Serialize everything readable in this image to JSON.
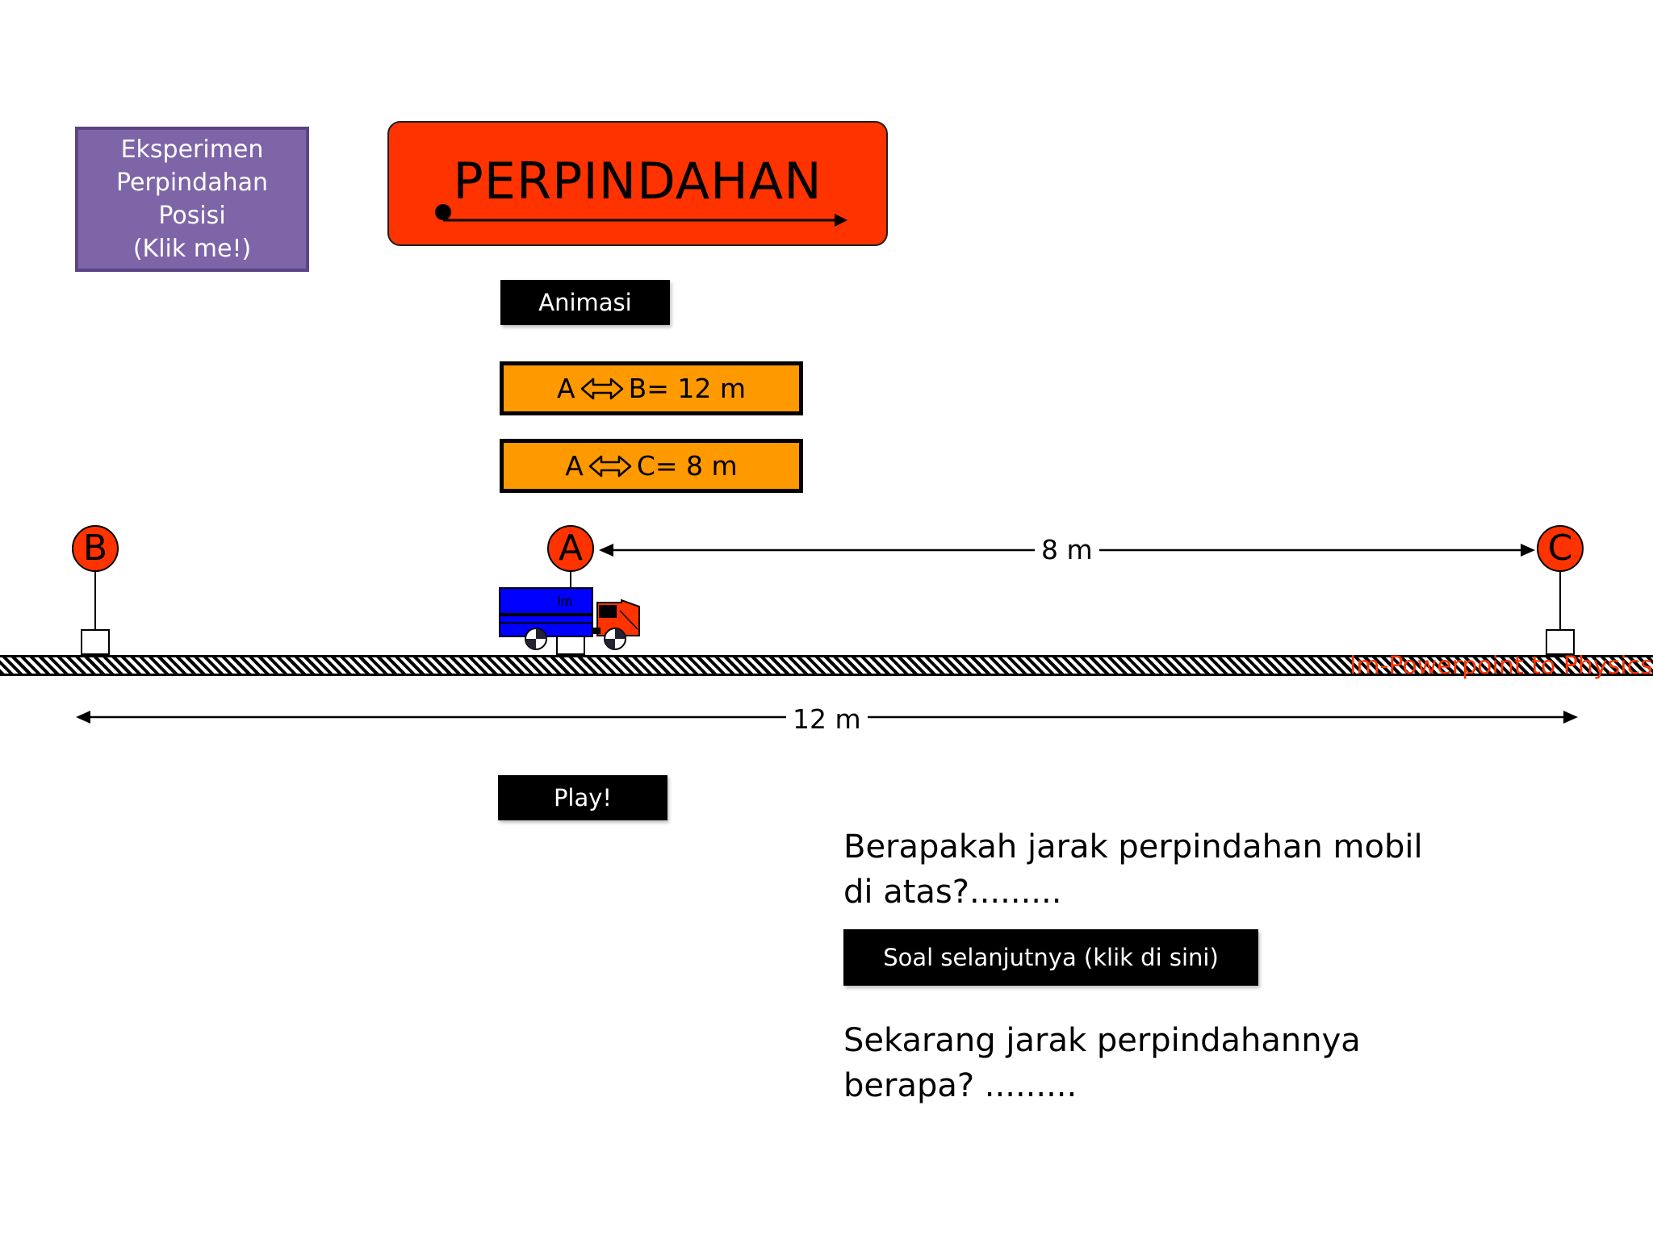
{
  "experiment_button": {
    "lines": [
      "Eksperimen",
      "Perpindahan",
      "Posisi",
      "(Klik me!)"
    ]
  },
  "title": "PERPINDAHAN",
  "buttons": {
    "animasi": "Animasi",
    "play": "Play!",
    "next": "Soal selanjutnya (klik di sini)"
  },
  "distances": {
    "ab_left": "A",
    "ab_right": "B= 12 m",
    "ac_left": "A",
    "ac_right": "C= 8 m"
  },
  "points": {
    "b": "B",
    "a": "A",
    "c": "C"
  },
  "dimensions": {
    "ac": "8 m",
    "bc": "12 m"
  },
  "truck_label": "lm",
  "watermark": "lm-Powerpoint to Physics",
  "questions": {
    "q1": "Berapakah jarak perpindahan mobil di atas?.........",
    "q2": "Sekarang jarak perpindahannya berapa?  ........."
  },
  "colors": {
    "title_bg": "#ff3300",
    "button_bg": "#000000",
    "distance_box_bg": "#ff9900",
    "experiment_bg": "#7e65a8",
    "truck_body": "#0000ff"
  }
}
